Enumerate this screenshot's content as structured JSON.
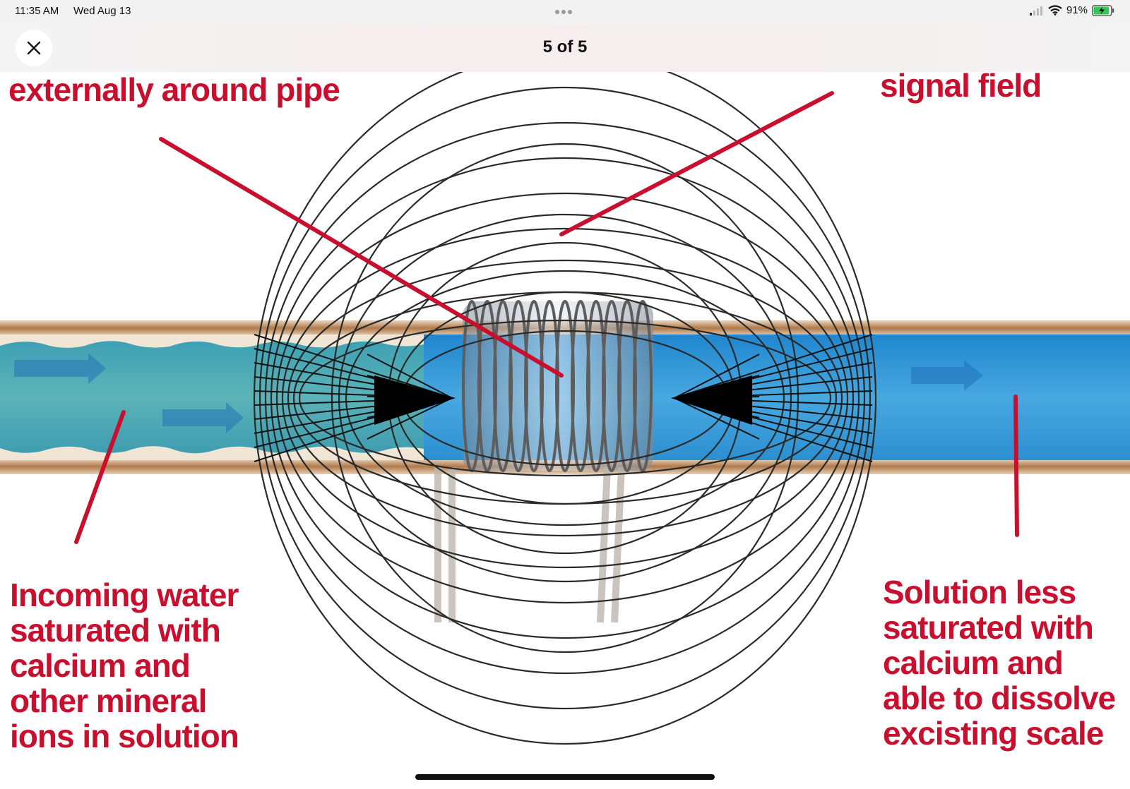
{
  "status_bar": {
    "time": "11:35 AM",
    "date": "Wed Aug 13",
    "battery_percent": "91%",
    "battery_level": 0.91,
    "icons": [
      "cellular-signal-icon",
      "wifi-icon",
      "battery-charging-icon"
    ]
  },
  "nav": {
    "close_icon": "close-icon",
    "page_counter": "5 of 5"
  },
  "diagram": {
    "label_top_left": "externally around pipe",
    "label_top_right": "signal field",
    "label_left": [
      "Incoming water",
      "saturated with",
      "calcium and",
      "other mineral",
      "ions in solution"
    ],
    "label_right": [
      "Solution less",
      "saturated with",
      "calcium and",
      "able to dissolve",
      "excisting scale"
    ],
    "colors": {
      "label": "#c8102e",
      "water": "#2e93d4",
      "scaled_water": "#4ba6b0",
      "pipe_wall": "#c9a27e",
      "field_lines": "#222222"
    }
  }
}
